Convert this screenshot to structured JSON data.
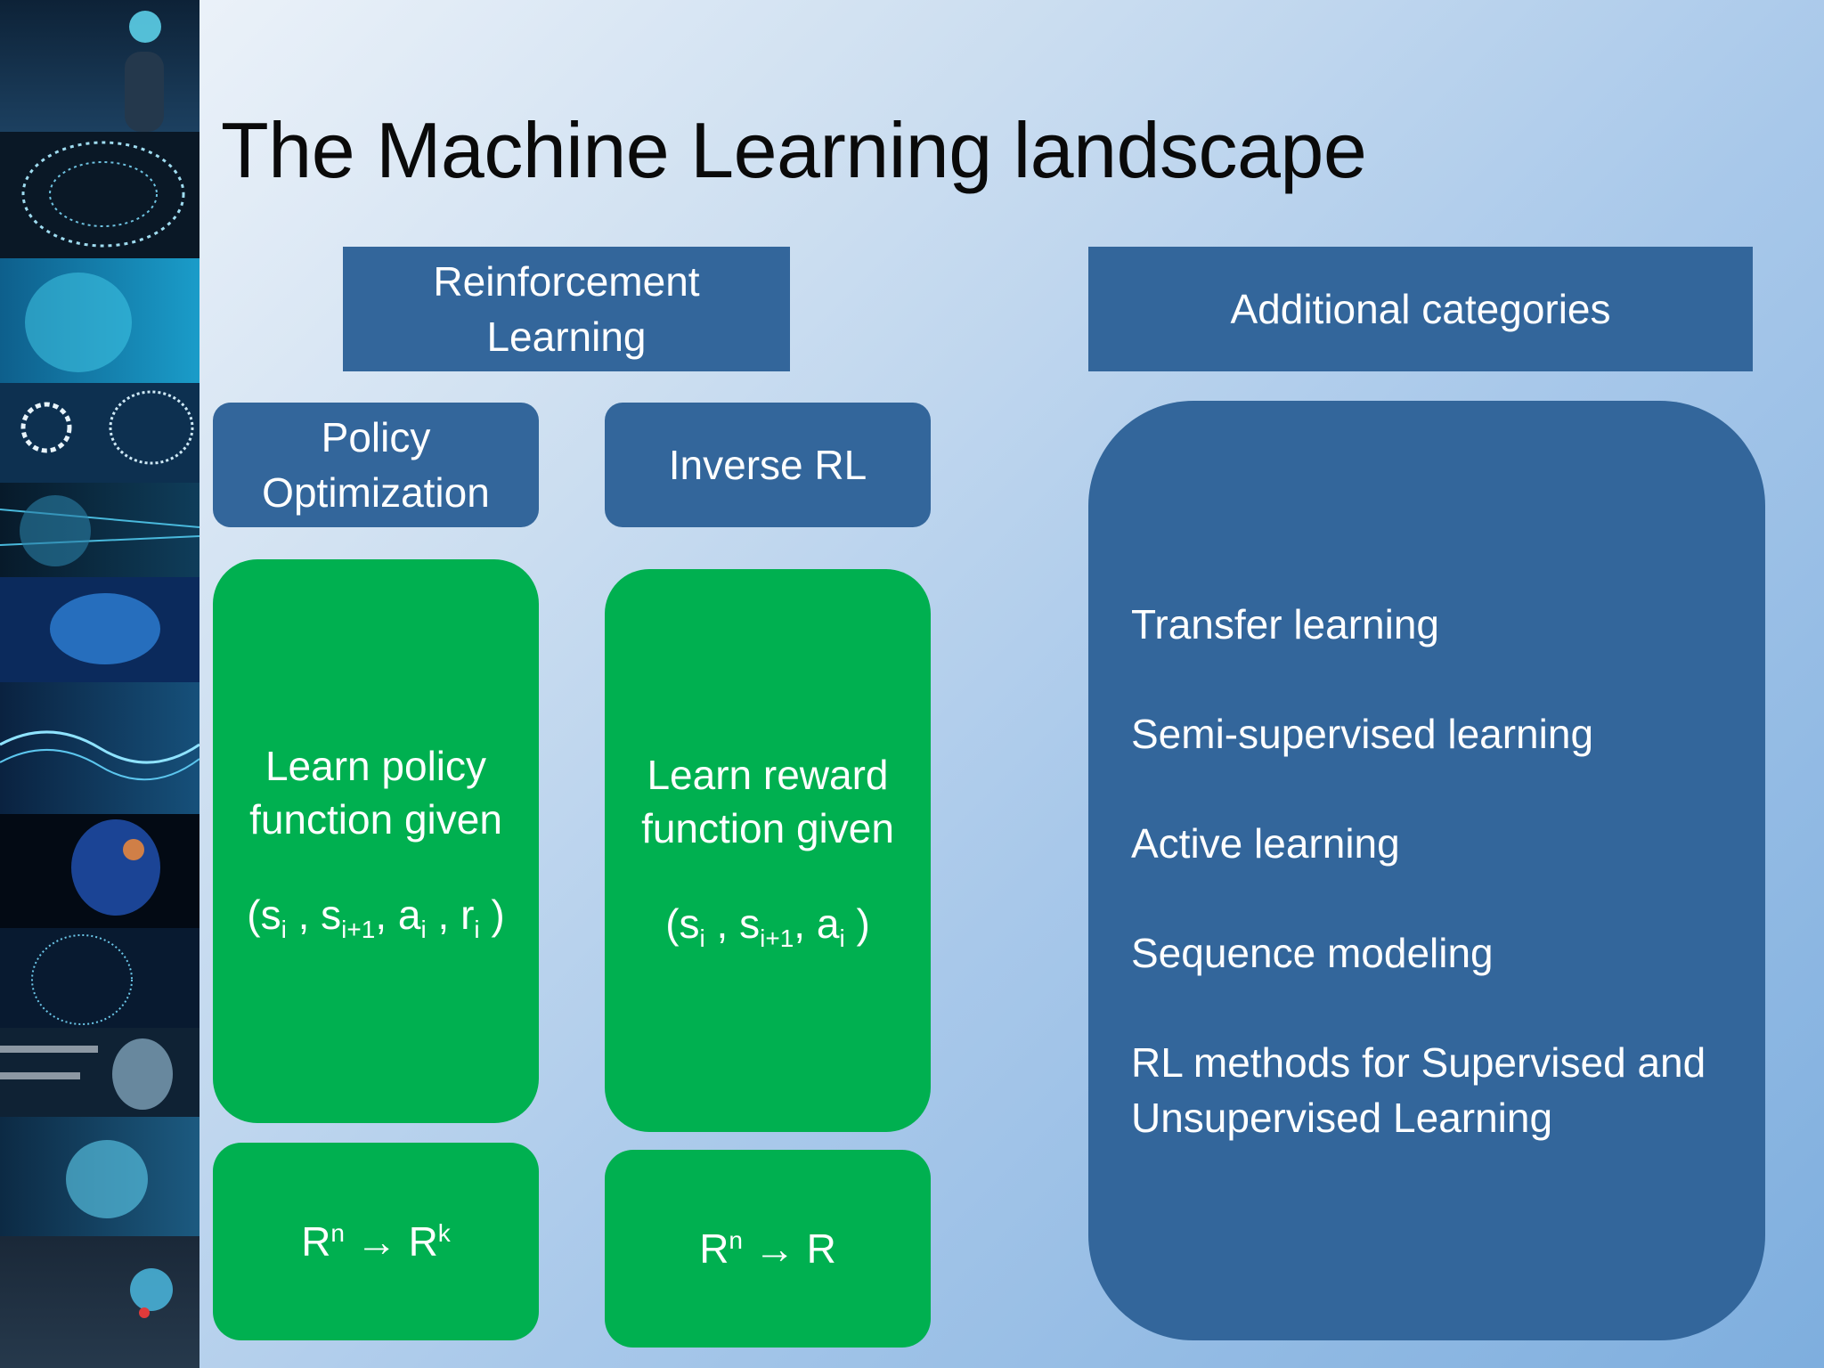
{
  "slide": {
    "title": "The Machine Learning landscape"
  },
  "left_section": {
    "header": [
      "Reinforcement",
      "Learning"
    ],
    "columns": [
      {
        "name": [
          "Policy",
          "Optimization"
        ],
        "description": [
          "Learn policy",
          "function given"
        ],
        "tuple": {
          "open": "(",
          "s": "s",
          "i": "i",
          "sep": " , ",
          "i1": "i+1",
          "comma": ", ",
          "a": "a",
          "r": "r",
          "close": " )"
        },
        "mapping": {
          "base": "R",
          "exp_from": "n",
          "arrow": " → ",
          "exp_to": "k"
        }
      },
      {
        "name": [
          "Inverse RL"
        ],
        "description": [
          "Learn reward",
          "function given"
        ],
        "tuple": {
          "open": "(",
          "s": "s",
          "i": "i",
          "sep": " , ",
          "i1": "i+1",
          "comma": ", ",
          "a": "a",
          "close": " )"
        },
        "mapping": {
          "base": "R",
          "exp_from": "n",
          "arrow": " → ",
          "to": "R"
        }
      }
    ]
  },
  "right_section": {
    "header": "Additional categories",
    "items": [
      "Transfer learning",
      "Semi-supervised learning",
      "Active learning",
      "Sequence modeling",
      "RL methods for Supervised and Unsupervised Learning"
    ]
  },
  "colors": {
    "box_blue": "#33669b",
    "box_green": "#00b050",
    "sidebar_dark": "#0b1a2c",
    "glow_cyan": "#3fc6e6"
  }
}
